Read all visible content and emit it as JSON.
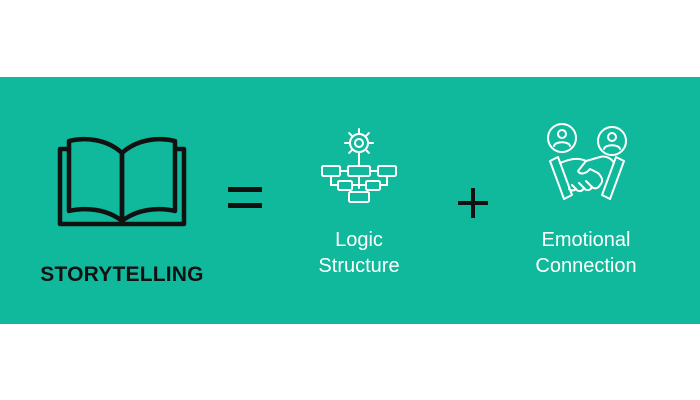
{
  "colors": {
    "band": "#10b89c",
    "dark": "#111111",
    "light": "#ffffff"
  },
  "equation": {
    "term1": {
      "icon": "open-book-icon",
      "label": "STORYTELLING"
    },
    "operator1": "=",
    "term2": {
      "icon": "flowchart-gear-icon",
      "label_line1": "Logic",
      "label_line2": "Structure"
    },
    "operator2": "+",
    "term3": {
      "icon": "handshake-people-icon",
      "label_line1": "Emotional",
      "label_line2": "Connection"
    }
  }
}
